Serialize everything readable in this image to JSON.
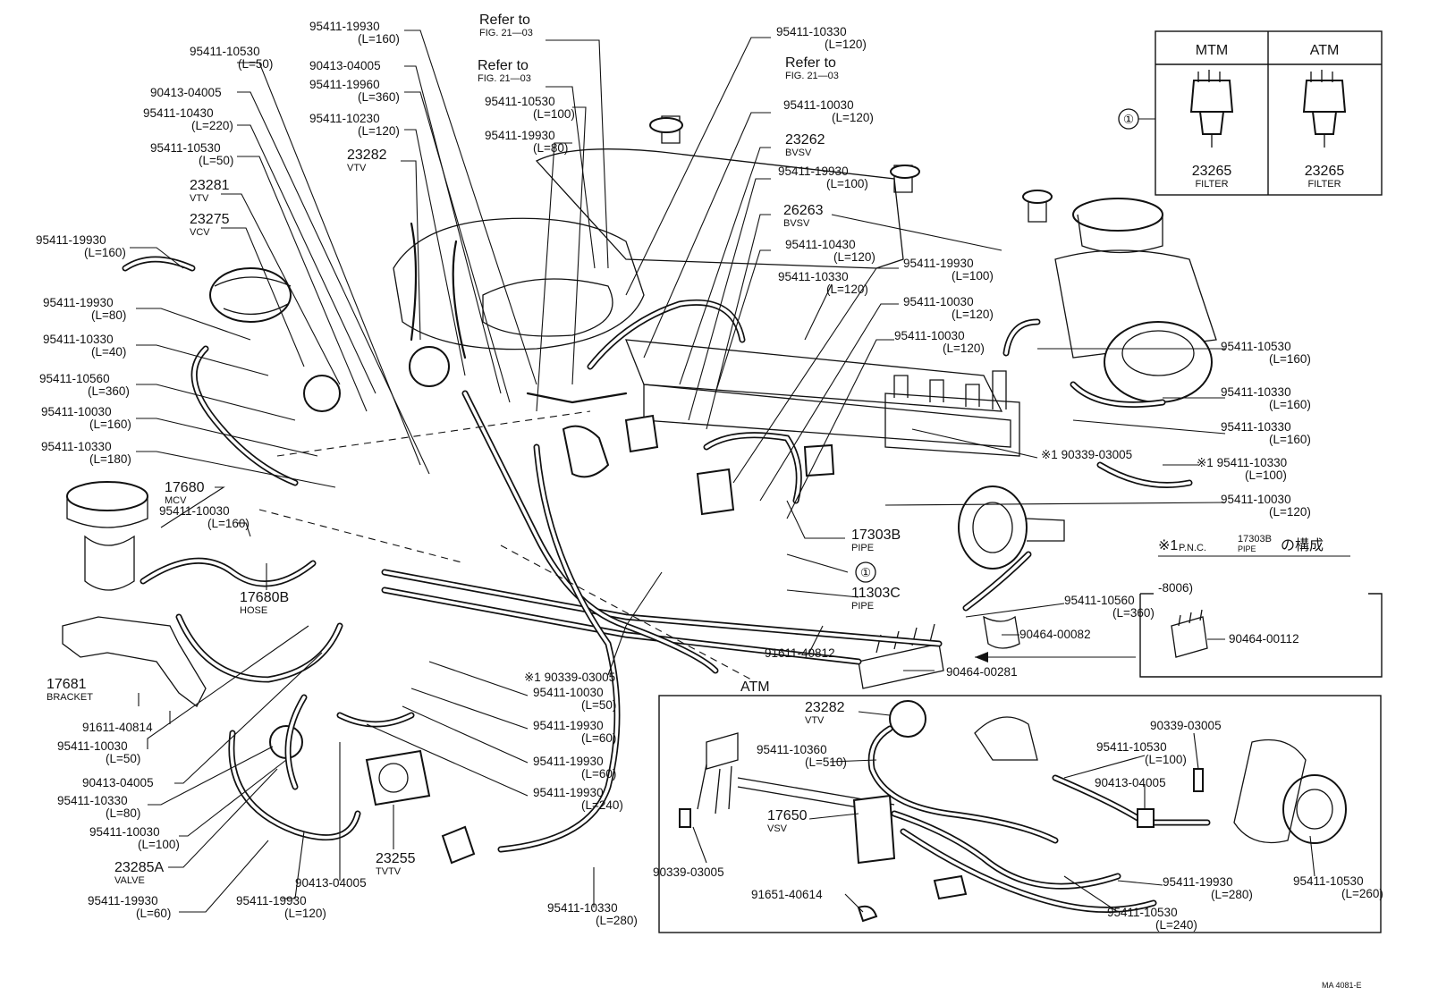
{
  "labels": {
    "tl1": [
      "95411-10530",
      "(L=50)"
    ],
    "tl2": [
      "90413-04005"
    ],
    "tl3": [
      "95411-10430",
      "(L=220)"
    ],
    "tl4": [
      "95411-10530",
      "(L=50)"
    ],
    "tl5": [
      "23281",
      "VTV"
    ],
    "tl6": [
      "23275",
      "VCV"
    ],
    "l1": [
      "95411-19930",
      "(L=160)"
    ],
    "l2": [
      "95411-19930",
      "(L=80)"
    ],
    "l3": [
      "95411-10330",
      "(L=40)"
    ],
    "l4": [
      "95411-10560",
      "(L=360)"
    ],
    "l5": [
      "95411-10030",
      "(L=160)"
    ],
    "l6": [
      "95411-10330",
      "(L=180)"
    ],
    "l7": [
      "17680",
      "MCV"
    ],
    "l8": [
      "95411-10030",
      "(L=160)"
    ],
    "l9": [
      "17680B",
      "HOSE"
    ],
    "l10": [
      "17681",
      "BRACKET"
    ],
    "l11": [
      "91611-40814"
    ],
    "l12": [
      "95411-10030",
      "(L=50)"
    ],
    "l13": [
      "90413-04005"
    ],
    "l14": [
      "95411-10330",
      "(L=80)"
    ],
    "l15": [
      "95411-10030",
      "(L=100)"
    ],
    "l16": [
      "23285A",
      "VALVE"
    ],
    "l17": [
      "95411-19930",
      "(L=60)"
    ],
    "b1": [
      "95411-19930",
      "(L=120)"
    ],
    "b2": [
      "90413-04005"
    ],
    "b3": [
      "23255",
      "TVTV"
    ],
    "b4": [
      "95411-10330",
      "(L=280)"
    ],
    "m1": [
      "95411-19930",
      "(L=160)"
    ],
    "m2": [
      "90413-04005"
    ],
    "m3": [
      "95411-19960",
      "(L=360)"
    ],
    "m4": [
      "95411-10230",
      "(L=120)"
    ],
    "m5": [
      "23282",
      "VTV"
    ],
    "m6": [
      "Refer to",
      "FIG. 21—03"
    ],
    "m7": [
      "Refer to",
      "FIG. 21—03"
    ],
    "m8": [
      "95411-10530",
      "(L=100)"
    ],
    "m9": [
      "95411-19930",
      "(L=80)"
    ],
    "r1": [
      "95411-10330",
      "(L=120)"
    ],
    "r2": [
      "Refer to",
      "FIG. 21—03"
    ],
    "r3": [
      "95411-10030",
      "(L=120)"
    ],
    "r4": [
      "23262",
      "BVSV"
    ],
    "r5": [
      "95411-19930",
      "(L=100)"
    ],
    "r6": [
      "26263",
      "BVSV"
    ],
    "r7": [
      "95411-10430",
      "(L=120)"
    ],
    "r8": [
      "95411-10330",
      "(L=120)"
    ],
    "r9": [
      "95411-19930",
      "(L=100)"
    ],
    "r10": [
      "95411-10030",
      "(L=120)"
    ],
    "r11": [
      "95411-10030",
      "(L=120)"
    ],
    "e1": [
      "95411-10530",
      "(L=160)"
    ],
    "e2": [
      "95411-10330",
      "(L=160)"
    ],
    "e3": [
      "95411-10330",
      "(L=160)"
    ],
    "e4": [
      "※1 95411-10330",
      "(L=100)"
    ],
    "e5": [
      "95411-10030",
      "(L=120)"
    ],
    "c1": [
      "※1 90339-03005"
    ],
    "c2": [
      "17303B",
      "PIPE"
    ],
    "c3": [
      "11303C",
      "PIPE"
    ],
    "c4": [
      "91611-40812"
    ],
    "c5": [
      "90464-00281"
    ],
    "c6": [
      "95411-10560",
      "(L=360)"
    ],
    "c7": [
      "90464-00082"
    ],
    "c8": [
      "※1  90339-03005"
    ],
    "c9": [
      "95411-10030",
      "(L=50)"
    ],
    "c10": [
      "95411-19930",
      "(L=60)"
    ],
    "c11": [
      "95411-19930",
      "(L=60)"
    ],
    "c12": [
      "95411-19930",
      "(L=240)"
    ],
    "atm_tag": [
      "ATM"
    ],
    "k1": [
      "-8006)"
    ],
    "k2": [
      "90464-00112"
    ],
    "i1": [
      "23282",
      "VTV"
    ],
    "i2": [
      "95411-10360",
      "(L=510)"
    ],
    "i3": [
      "17650",
      "VSV"
    ],
    "i4": [
      "90339-03005"
    ],
    "i5": [
      "91651-40614"
    ],
    "i6": [
      "90339-03005"
    ],
    "i7": [
      "95411-10530",
      "(L=100)"
    ],
    "i8": [
      "90413-04005"
    ],
    "i9": [
      "95411-19930",
      "(L=280)"
    ],
    "i10": [
      "95411-10530",
      "(L=240)"
    ],
    "i11": [
      "95411-10530",
      "(L=260)"
    ]
  },
  "callout": {
    "symbol": "①"
  },
  "legend_table": {
    "col1": "MTM",
    "col2": "ATM",
    "part1": "23265",
    "part1_name": "FILTER",
    "part2": "23265",
    "part2_name": "FILTER"
  },
  "note": {
    "prefix": "※1",
    "pnc": "P.N.C.",
    "part": "17303B",
    "part_sub": "PIPE",
    "suffix": "の構成"
  },
  "footer": {
    "code": "MA 4081-E"
  }
}
